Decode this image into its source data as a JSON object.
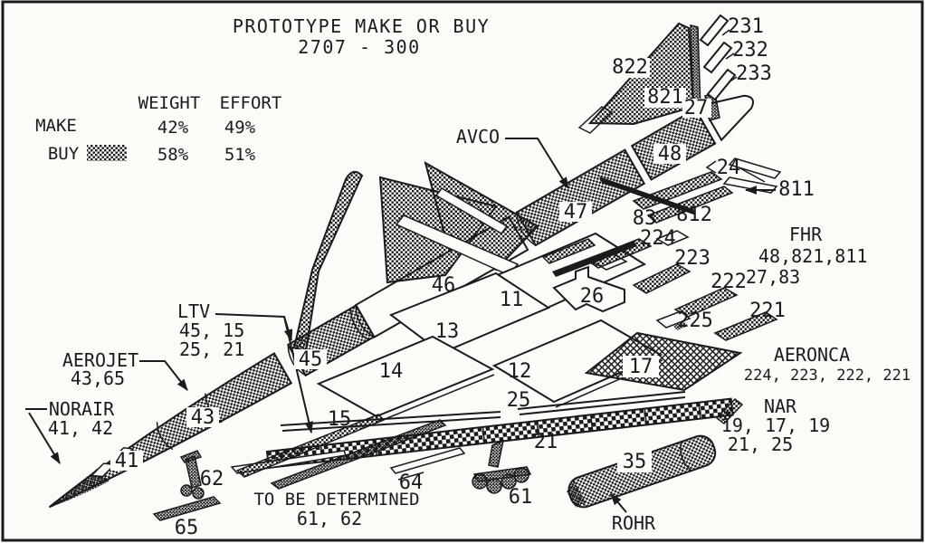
{
  "title": {
    "line1": "PROTOTYPE MAKE OR BUY",
    "line2": "2707 - 300"
  },
  "legend": {
    "col_weight": "WEIGHT",
    "col_effort": "EFFORT",
    "make_label": "MAKE",
    "make_weight": "42%",
    "make_effort": "49%",
    "buy_label": "BUY",
    "buy_weight": "58%",
    "buy_effort": "51%",
    "buy_swatch": "crosshatch-texture"
  },
  "annotations": {
    "avco": {
      "name": "AVCO"
    },
    "fhr": {
      "name": "FHR",
      "parts1": "48,821,811",
      "parts2": "27,83"
    },
    "aeronca": {
      "name": "AERONCA",
      "parts1": "224, 223, 222, 221"
    },
    "nar": {
      "name": "NAR",
      "parts1": "19, 17, 19",
      "parts2": "21, 25"
    },
    "ltv": {
      "name": "LTV",
      "parts1": "45, 15",
      "parts2": "25, 21"
    },
    "aerojet": {
      "name": "AEROJET",
      "parts1": "43,65"
    },
    "norair": {
      "name": "NORAIR",
      "parts1": "41, 42"
    },
    "rohr": {
      "name": "ROHR"
    },
    "tbd": {
      "name": "TO BE DETERMINED",
      "parts1": "61, 62"
    }
  },
  "parts": {
    "p11": "11",
    "p12": "12",
    "p13": "13",
    "p14": "14",
    "p15": "15",
    "p17": "17",
    "p21": "21",
    "p24": "24",
    "p25": "25",
    "p26": "26",
    "p27": "27",
    "p35": "35",
    "p41": "41",
    "p43": "43",
    "p45": "45",
    "p46": "46",
    "p47": "47",
    "p48": "48",
    "p61": "61",
    "p62": "62",
    "p64": "64",
    "p65": "65",
    "p83": "83",
    "p221": "221",
    "p222": "222",
    "p223": "223",
    "p224": "224",
    "p225": "225",
    "p231": "231",
    "p232": "232",
    "p233": "233",
    "p811": "811",
    "p812": "812",
    "p821": "821",
    "p822": "822"
  },
  "colors": {
    "ink": "#1b1b1b",
    "paper": "#fcfbf7"
  }
}
